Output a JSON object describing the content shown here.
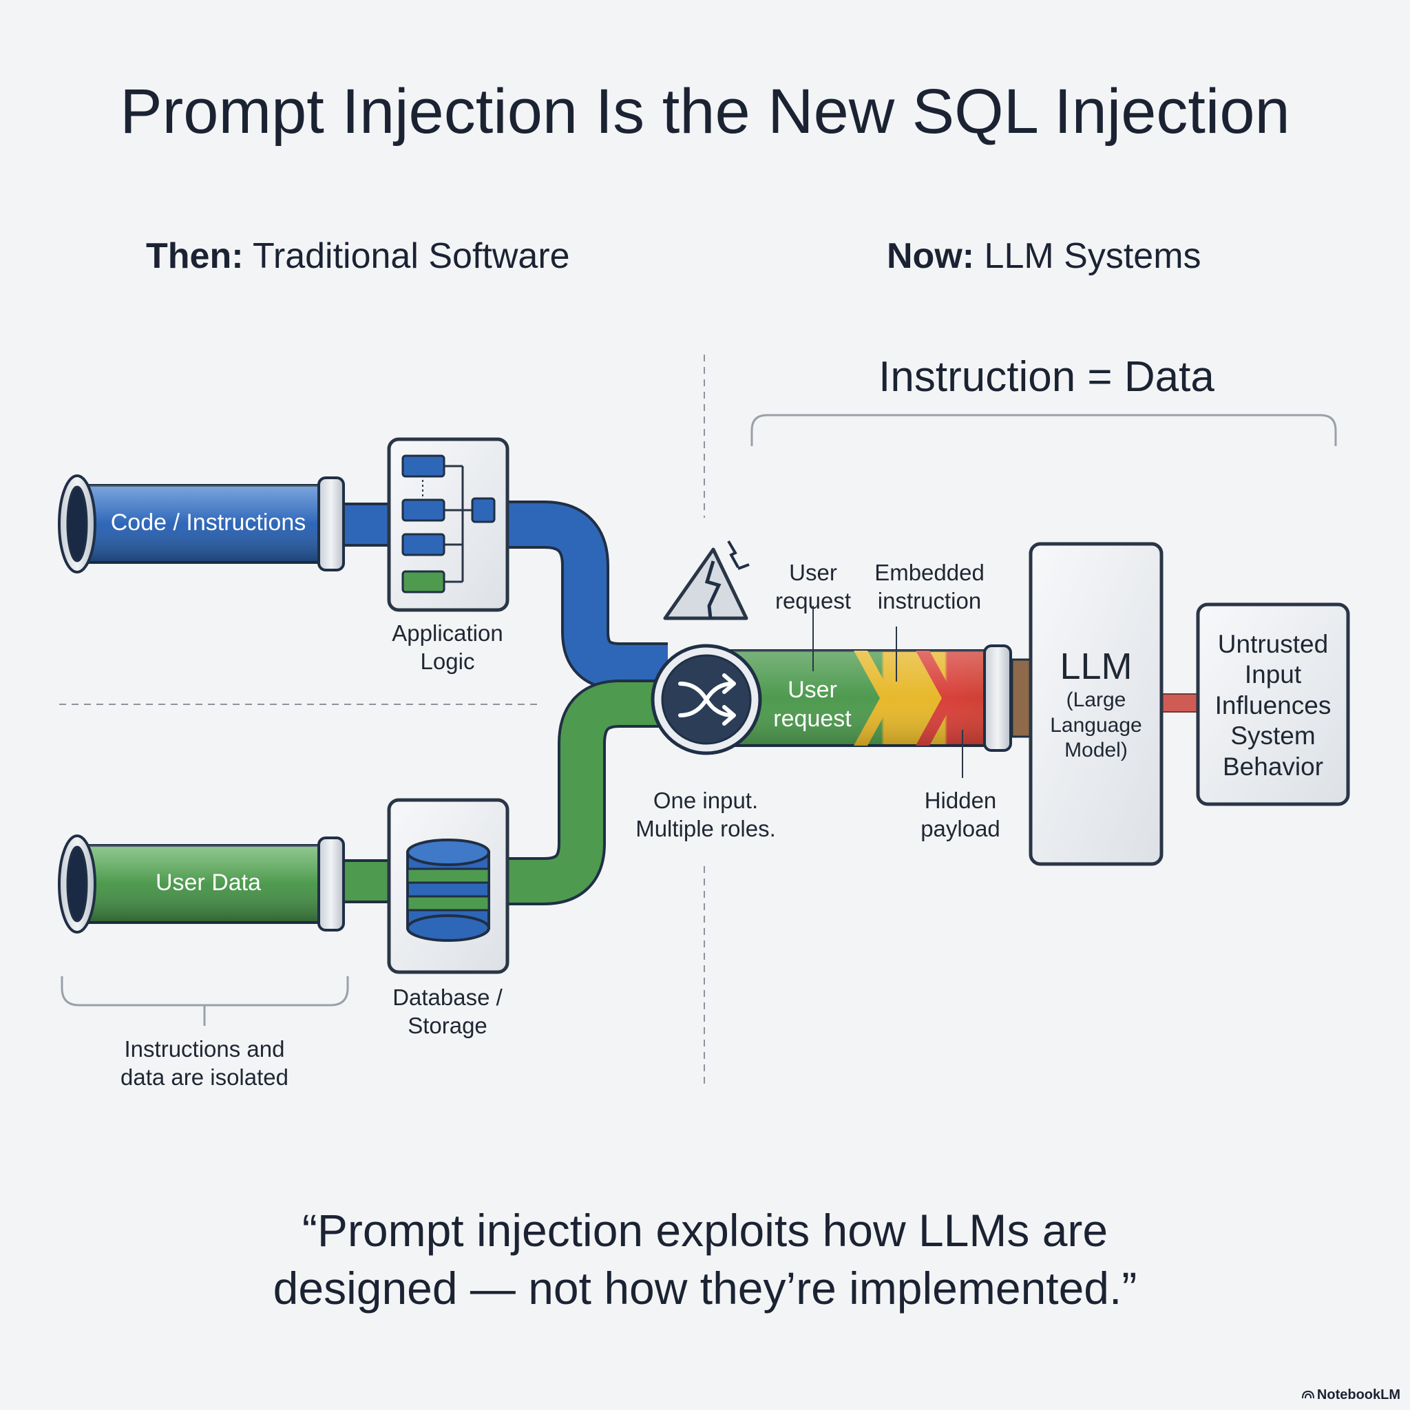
{
  "title": "Prompt Injection Is the New SQL Injection",
  "left_heading": {
    "bold": "Then:",
    "rest": " Traditional Software"
  },
  "right_heading": {
    "bold": "Now:",
    "rest": " LLM Systems"
  },
  "banner": "Instruction = Data",
  "pipes": {
    "code": "Code / Instructions",
    "user_data": "User Data"
  },
  "labels": {
    "application_logic": [
      "Application",
      "Logic"
    ],
    "database_storage": [
      "Database /",
      "Storage"
    ],
    "isolated": [
      "Instructions and",
      "data are isolated"
    ],
    "one_input": [
      "One input.",
      "Multiple roles."
    ],
    "user_request_top": [
      "User",
      "request"
    ],
    "embedded_instruction": [
      "Embedded",
      "instruction"
    ],
    "hidden_payload": [
      "Hidden",
      "payload"
    ],
    "user_request_pipe": [
      "User",
      "request"
    ]
  },
  "llm": {
    "title": "LLM",
    "subtitle": [
      "(Large",
      "Language",
      "Model)"
    ]
  },
  "untrusted": [
    "Untrusted",
    "Input",
    "Influences",
    "System",
    "Behavior"
  ],
  "quote": [
    "“Prompt injection exploits how LLMs are",
    "designed — not how they’re implemented.”"
  ],
  "brand": "NotebookLM",
  "icons": {
    "shuffle": "shuffle-icon",
    "warning": "cracked-mountain-warning-icon",
    "flowchart": "flowchart-icon",
    "database": "database-icon",
    "brand": "notebooklm-logo-icon"
  },
  "colors": {
    "blue": "#2f67b8",
    "green": "#4e9a4f",
    "yellow": "#e7b82b",
    "red": "#d9403a",
    "navy": "#2c3e57"
  }
}
